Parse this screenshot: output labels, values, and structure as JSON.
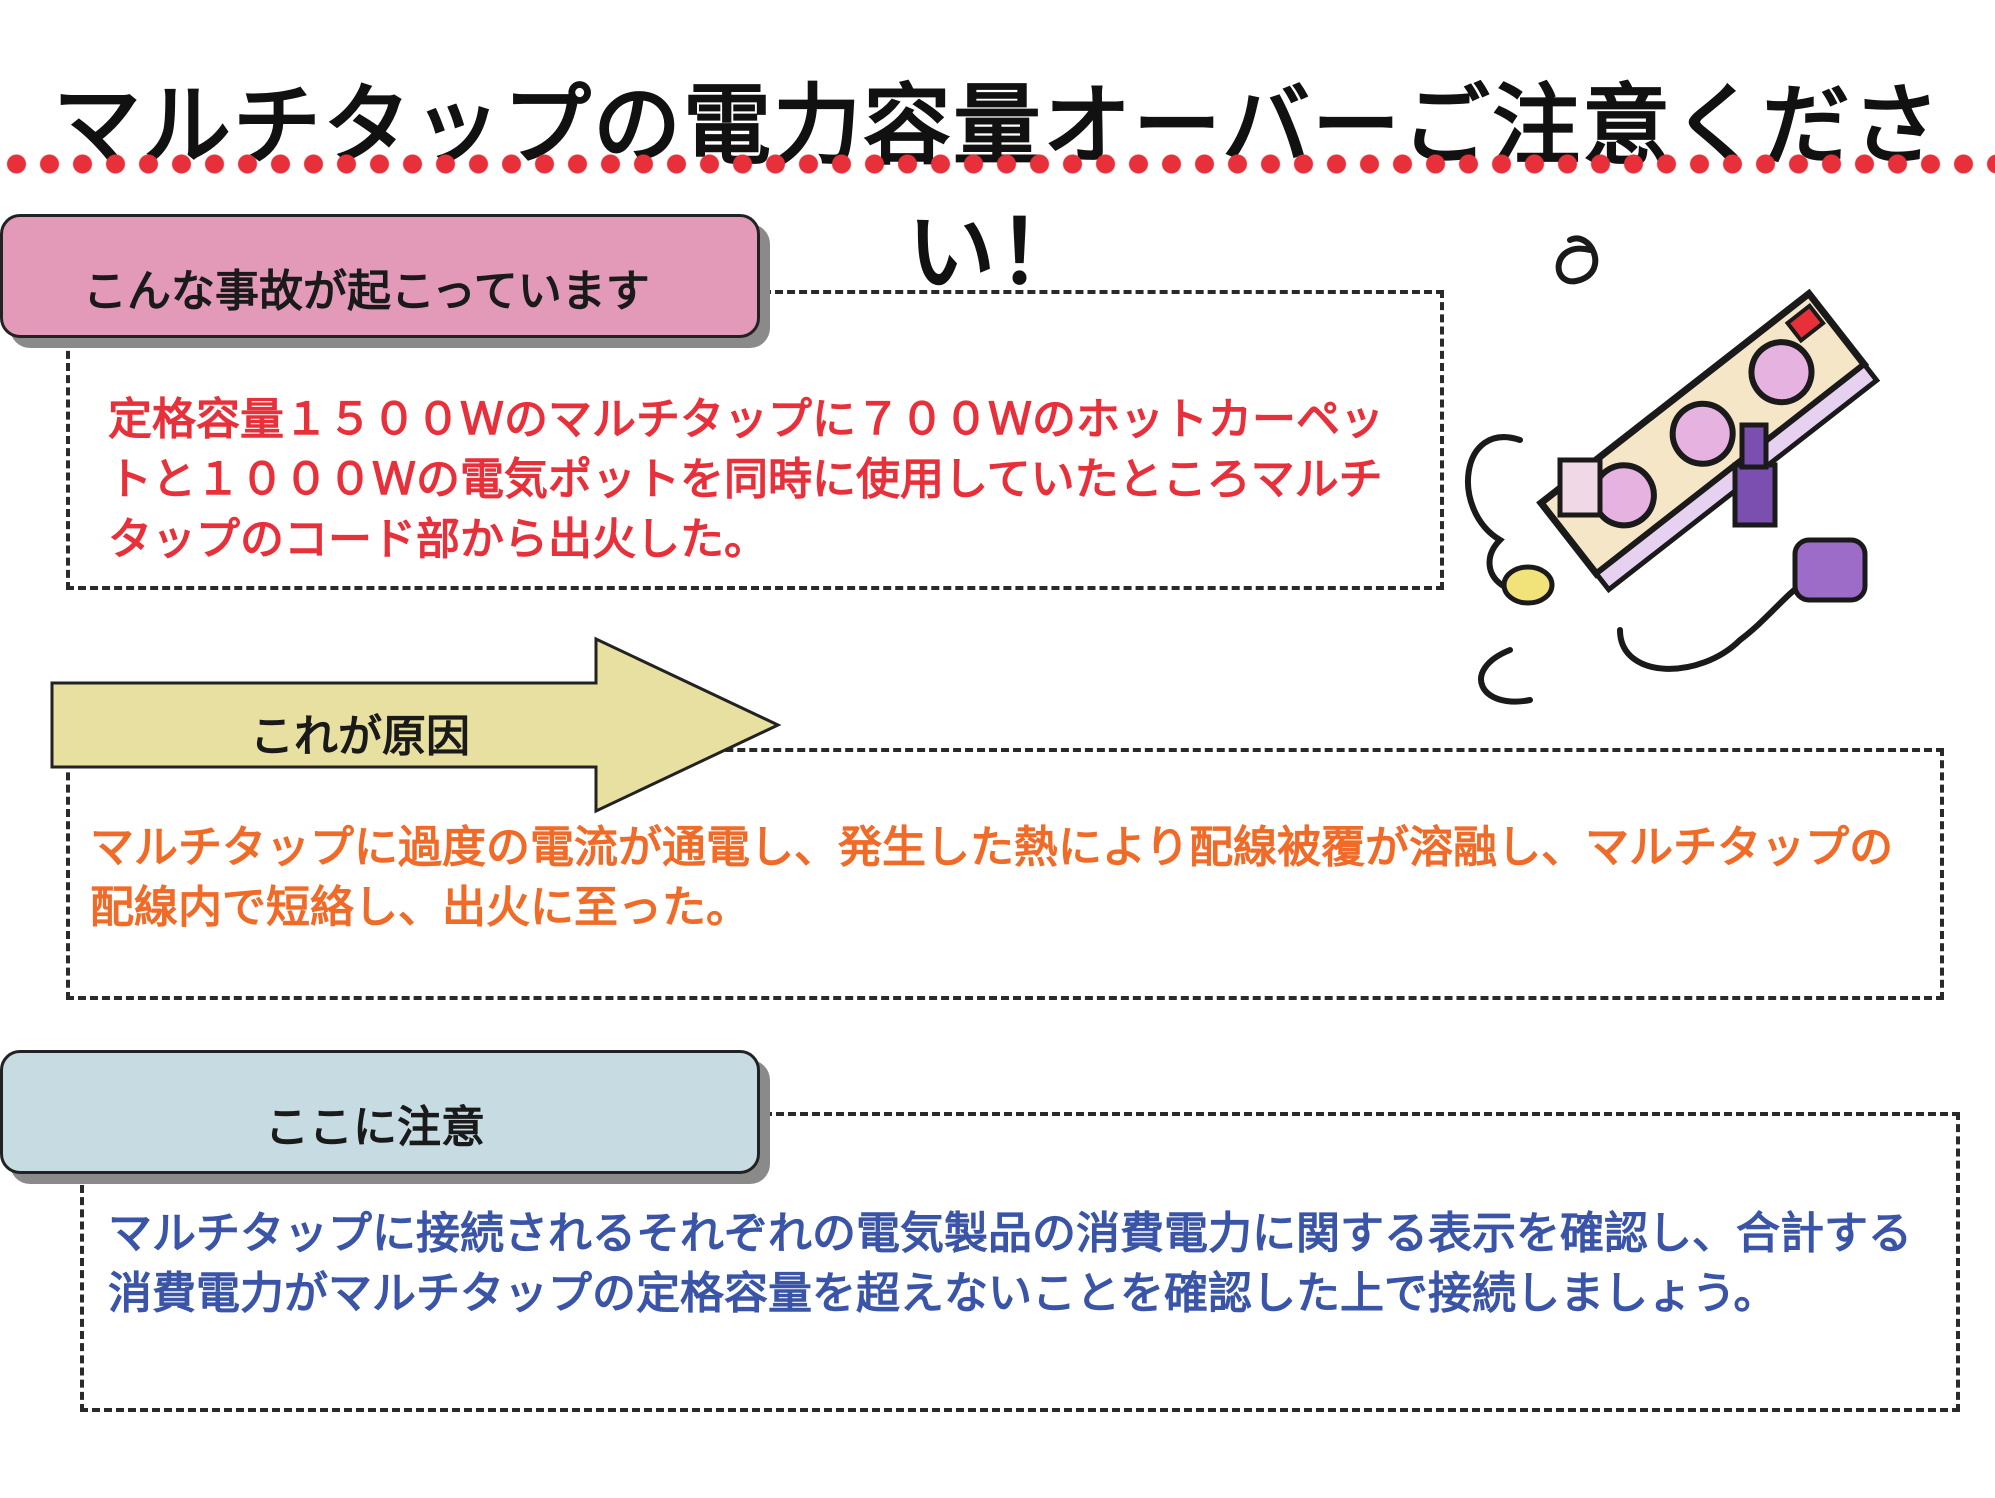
{
  "title": "マルチタップの電力容量オーバーご注意ください！",
  "sections": [
    {
      "label": "こんな事故が起こっています",
      "text": "定格容量１５００Ｗのマルチタップに７００Ｗのホットカーペットと１０００Ｗの電気ポットを同時に使用していたところマルチタップのコード部から出火した。",
      "color": "#e8303a"
    },
    {
      "label": "これが原因",
      "text": "マルチタップに過度の電流が通電し、発生した熱により配線被覆が溶融し、マルチタップの配線内で短絡し、出火に至った。",
      "color": "#f06a28"
    },
    {
      "label": "ここに注意",
      "text": "マルチタップに接続されるそれぞれの電気製品の消費電力に関する表示を確認し、合計する消費電力がマルチタップの定格容量を超えないことを確認した上で接続しましょう。",
      "color": "#3a55a8"
    }
  ],
  "colors": {
    "dots": "#e8303a",
    "label_pink": "#e39ab8",
    "label_yellow": "#e8e0a0",
    "label_blue": "#c6dbe2"
  },
  "illustration": "power-strip-icon"
}
